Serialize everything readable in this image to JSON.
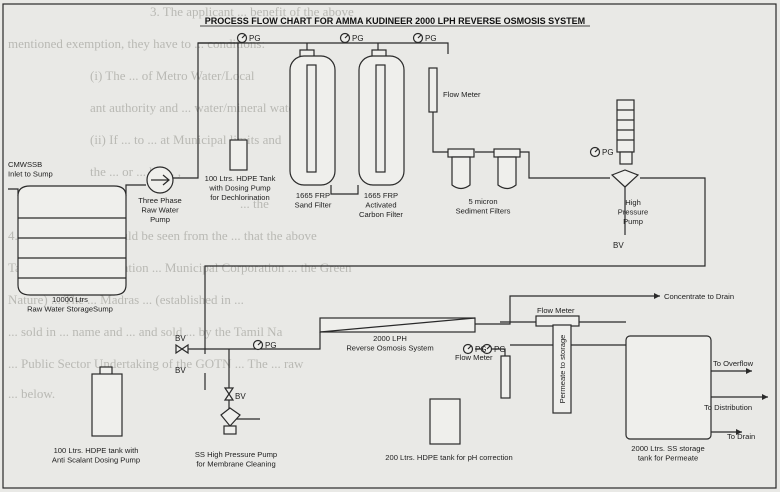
{
  "title": "PROCESS FLOW CHART FOR AMMA KUDINEER 2000 LPH REVERSE OSMOSIS SYSTEM",
  "gauge_label": "PG",
  "valve_label": "BV",
  "background_text": {
    "lines": [
      "3.  The applicant ... benefit of the above",
      "mentioned exemption, they have to ... conditions:",
      "(i)   The ... of Metro Water/Local",
      "ant authority and ... water/mineral water.",
      "(ii)   If ... to ... at Municipal limits and",
      "the ... or ... be ... ,",
      "... the",
      "4.  The irrigant ... it could be seen from the ... that the above",
      "Tamil Nadu ... Corporation ... Municipal Corporation ... the Green",
      "Nature) ... The ... Madras ... (established in ...",
      "... sold in ... name and ... and sold ... by the Tamil Na",
      "... Public Sector Undertaking of the GOTN ... The ... raw",
      "... below."
    ]
  },
  "labels": {
    "inlet": "CMWSSB\nInlet to Sump",
    "raw_pump": "Three Phase\nRaw Water\nPump",
    "dosing_dechlor": "100 Ltrs. HDPE Tank\nwith Dosing Pump\nfor Dechlorination",
    "sand_filter": "1665 FRP\nSand Filter",
    "carbon_filter": "1665 FRP\nActivated\nCarbon Filter",
    "flow_meter_1": "Flow Meter",
    "sediment": "5 micron\nSediment Filters",
    "hp_pump": "High\nPressure\nPump",
    "sump": "10000 Ltrs\nRaw Water StorageSump",
    "concentrate_drain": "Concentrate to Drain",
    "flow_meter_2": "Flow Meter",
    "ro_system": "2000 LPH\nReverse Osmosis System",
    "flow_meter_3": "Flow Meter",
    "permeate": "Permeate to storage",
    "to_overflow": "To Overflow",
    "to_distribution": "To Distribution",
    "to_drain": "To Drain",
    "antiscalant": "100 Ltrs. HDPE tank with\nAnti Scalant Dosing Pump",
    "cleaning_pump": "SS High Pressure Pump\nfor Membrane Cleaning",
    "ph_tank": "200 Ltrs. HDPE tank for pH correction",
    "ss_tank": "2000 Ltrs. SS storage\ntank for Permeate"
  }
}
